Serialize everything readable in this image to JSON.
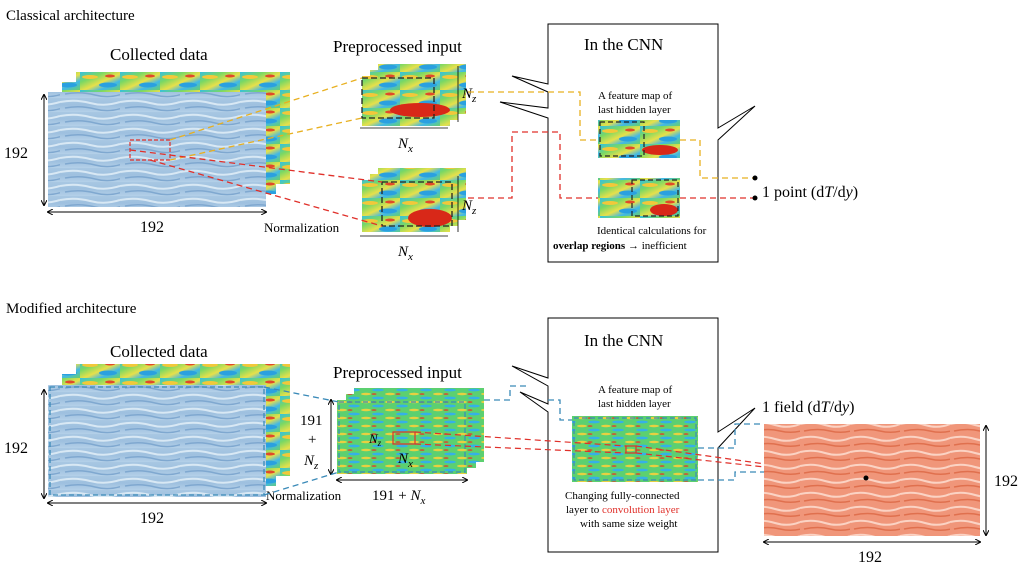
{
  "classical": {
    "section_title": "Classical architecture",
    "collected_title": "Collected data",
    "dim_left": "192",
    "dim_bottom": "192",
    "preprocessed_title": "Preprocessed input",
    "nz_label": "N",
    "nz_sub": "z",
    "nx_label": "N",
    "nx_sub": "x",
    "normalization_label": "Normalization",
    "cnn_title": "In the CNN",
    "feature_caption_line1": "A feature map of",
    "feature_caption_line2": "last hidden layer",
    "overlap_line1": "Identical calculations for",
    "overlap_bold": "overlap regions",
    "overlap_arrow": "→",
    "overlap_tail": "inefficient",
    "output_prefix": "1 point (d",
    "output_T": "T",
    "output_suffix": "/d",
    "output_y": "y",
    "output_close": ")"
  },
  "modified": {
    "section_title": "Modified architecture",
    "collected_title": "Collected data",
    "dim_left": "192",
    "dim_bottom": "192",
    "preprocessed_title": "Preprocessed input",
    "dim_191": "191",
    "dim_plus": "+",
    "nz_label": "N",
    "nz_sub": "z",
    "nx_label": "N",
    "nx_sub": "x",
    "bottom_191": "191 + ",
    "normalization_label": "Normalization",
    "cnn_title": "In the CNN",
    "feature_caption_line1": "A feature map of",
    "feature_caption_line2": "last hidden layer",
    "changing_line1": "Changing fully-connected",
    "changing_line2_pre": "layer to ",
    "changing_line2_red": "convolution layer",
    "changing_line3": "with same size weight",
    "output_prefix": "1 field (d",
    "output_T": "T",
    "output_suffix": "/d",
    "output_y": "y",
    "output_close": ")",
    "dim_right": "192",
    "dim_bottom2": "192"
  },
  "colors": {
    "yellow_dash": "#e8b020",
    "red_dash": "#e0302a",
    "blue_dash": "#3a8ab8",
    "red_text": "#e0302a"
  }
}
